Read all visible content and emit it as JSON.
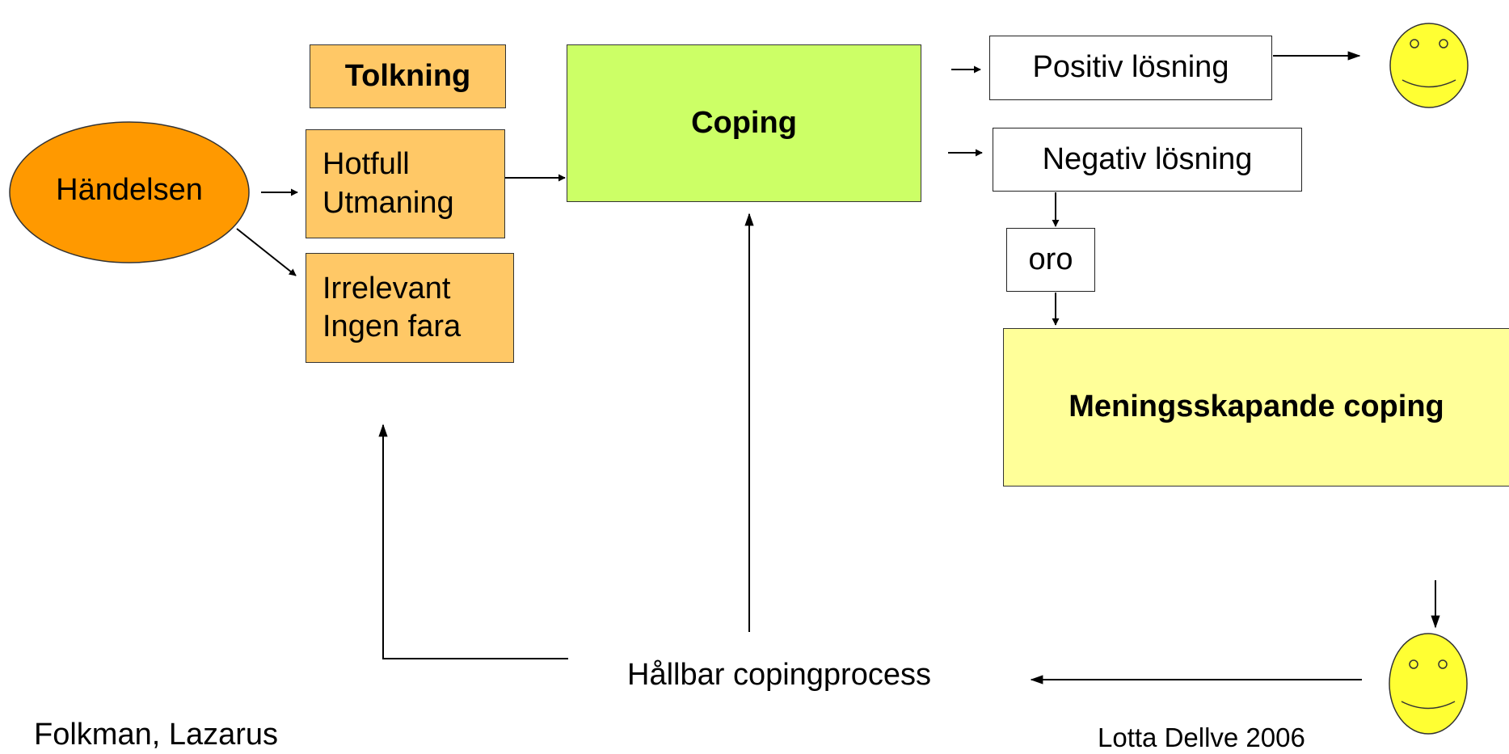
{
  "event": {
    "label": "Händelsen"
  },
  "appraisal": {
    "title": "Tolkning",
    "threat": [
      "Hotfull",
      "Utmaning"
    ],
    "irrelevant": [
      "Irrelevant",
      "Ingen fara"
    ]
  },
  "coping": {
    "label": "Coping"
  },
  "outcomes": {
    "positive": "Positiv lösning",
    "negative": "Negativ lösning",
    "worry": "oro",
    "meaning": "Meningsskapande coping"
  },
  "process": {
    "label": "Hållbar copingprocess"
  },
  "credits": {
    "authors": "Folkman, Lazarus",
    "creator": "Lotta Dellve 2006"
  },
  "icons": {
    "smiley_top": "smiley-face-icon",
    "smiley_bottom": "smiley-face-icon"
  },
  "colors": {
    "event_fill": "#ff9900",
    "appraisal_fill": "#ffc866",
    "coping_fill": "#ccff66",
    "meaning_fill": "#ffff99",
    "smiley_fill": "#ffff33"
  }
}
